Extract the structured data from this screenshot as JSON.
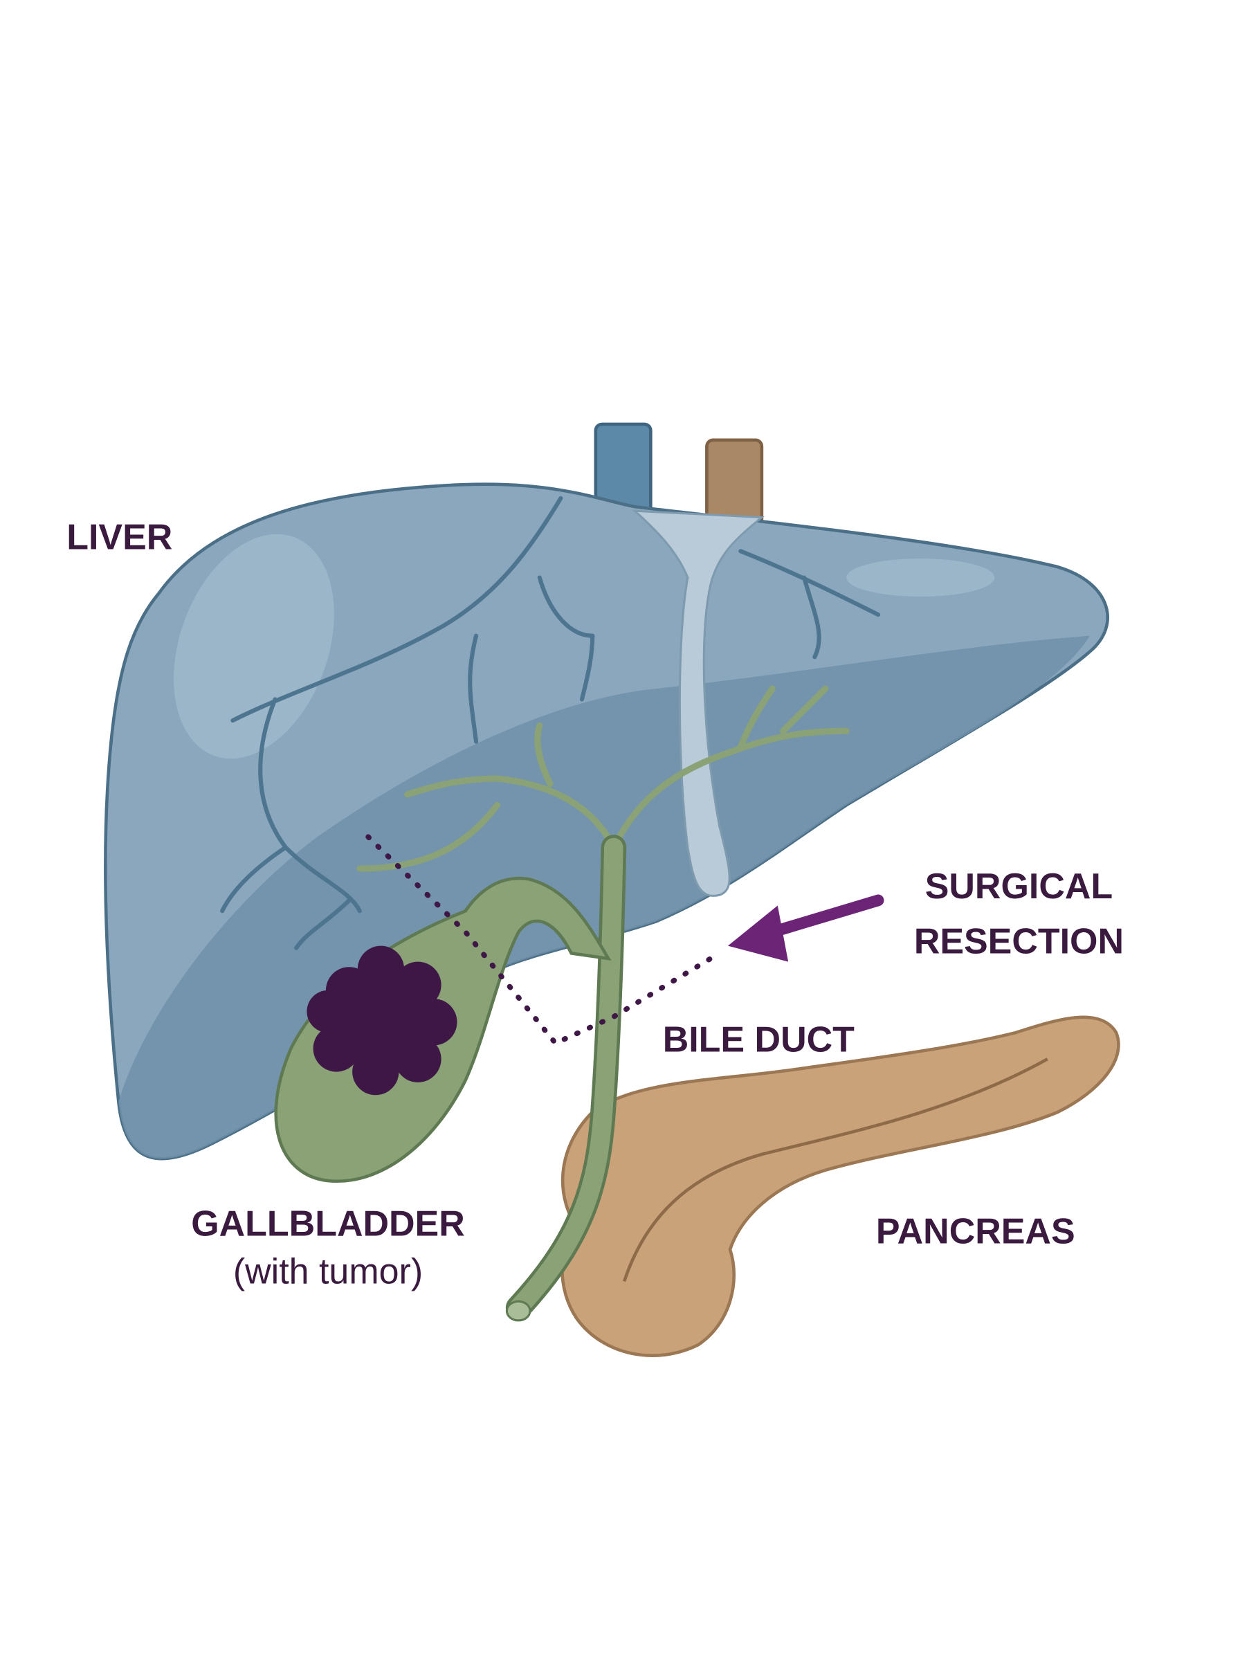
{
  "labels": {
    "liver": "LIVER",
    "surgical": "SURGICAL",
    "resection": "RESECTION",
    "bile_duct": "BILE DUCT",
    "gallbladder": "GALLBLADDER",
    "gallbladder_note": "(with tumor)",
    "pancreas": "PANCREAS"
  },
  "colors": {
    "liver": "#7f9db5",
    "liver_dark": "#6a8aa5",
    "vessel": "#4d7590",
    "aorta": "#a98866",
    "gallbladder": "#8aa276",
    "tumor": "#3e1747",
    "pancreas": "#c9a27a",
    "arrow": "#6b2476",
    "text": "#3b1a40"
  }
}
